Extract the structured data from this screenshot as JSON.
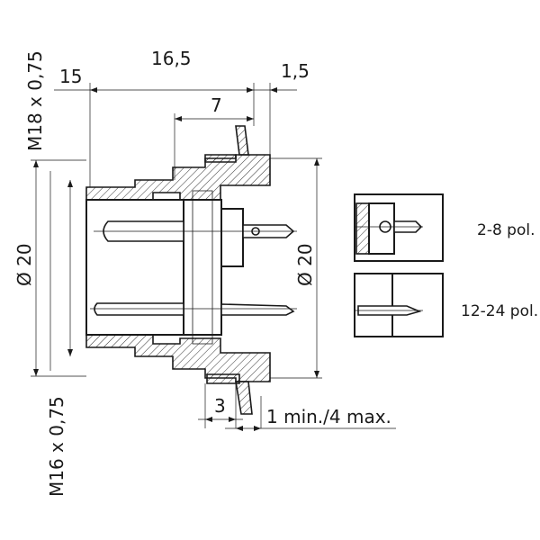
{
  "dimensions": {
    "thread_top": "M18 x 0,75",
    "thread_bottom": "M16 x 0,75",
    "dia_left": "Ø 20",
    "dia_right": "Ø 20",
    "len_15": "15",
    "len_16_5": "16,5",
    "len_1_5": "1,5",
    "len_7": "7",
    "len_3": "3",
    "panel": "1 min./4 max."
  },
  "variants": [
    {
      "label": "2-8 pol."
    },
    {
      "label": "12-24 pol."
    }
  ]
}
